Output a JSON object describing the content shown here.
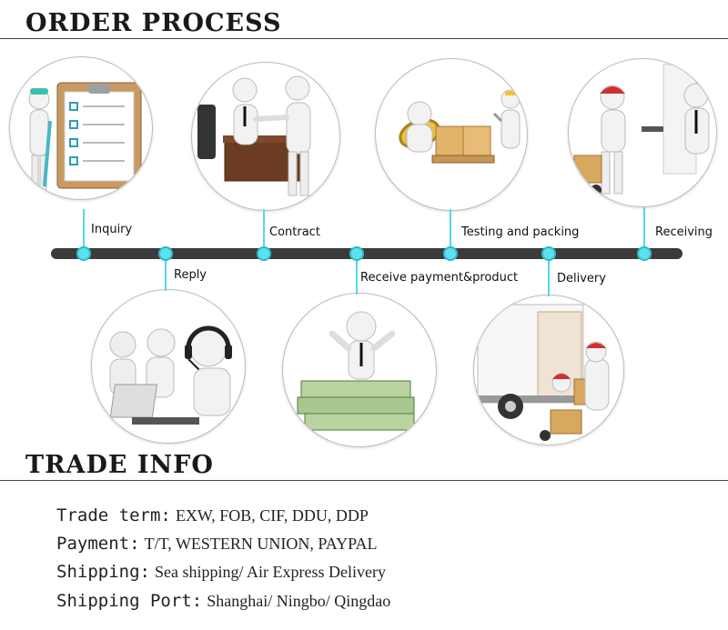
{
  "order_title": "ORDER PROCESS",
  "trade_title": "TRADE INFO",
  "steps": [
    {
      "label": "Inquiry"
    },
    {
      "label": "Reply"
    },
    {
      "label": "Contract"
    },
    {
      "label": "Receive payment&product"
    },
    {
      "label": "Testing and packing"
    },
    {
      "label": "Delivery"
    },
    {
      "label": "Receiving"
    }
  ],
  "trade_info": [
    {
      "key": "Trade term:",
      "value": "EXW, FOB, CIF, DDU, DDP"
    },
    {
      "key": "Payment:",
      "value": "T/T, WESTERN UNION, PAYPAL"
    },
    {
      "key": "Shipping:",
      "value": "Sea shipping/ Air Express Delivery"
    },
    {
      "key": "Shipping Port:",
      "value": "Shanghai/ Ningbo/ Qingdao"
    }
  ],
  "colors": {
    "accent": "#5ce1ee",
    "bar": "#3b3b3b"
  },
  "illustrations": [
    "inquiry-clipboard",
    "customer-service",
    "handshake-contract",
    "payment-money",
    "packing-boxes",
    "delivery-truck",
    "receiving-package"
  ]
}
